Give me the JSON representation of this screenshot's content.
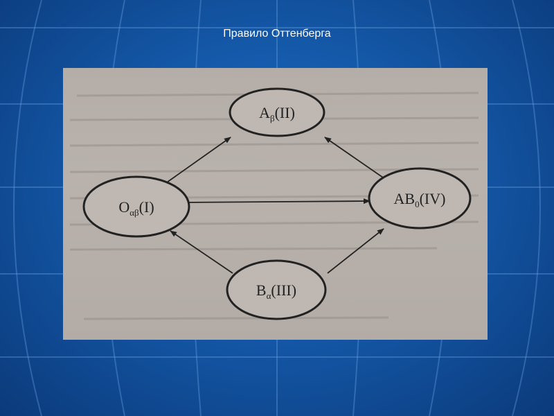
{
  "slide": {
    "title": "Правило Оттенберга"
  },
  "diagram": {
    "nodes": [
      {
        "id": "A",
        "main": "A",
        "sub": "β",
        "suffix": "(II)"
      },
      {
        "id": "O",
        "main": "O",
        "sub": "αβ",
        "suffix": "(I)"
      },
      {
        "id": "AB",
        "main": "AB",
        "sub": "0",
        "suffix": "(IV)"
      },
      {
        "id": "B",
        "main": "B",
        "sub": "α",
        "suffix": "(III)"
      }
    ],
    "edges": [
      {
        "from": "O",
        "to": "A"
      },
      {
        "from": "O",
        "to": "AB"
      },
      {
        "from": "AB",
        "to": "A"
      },
      {
        "from": "B",
        "to": "O"
      },
      {
        "from": "B",
        "to": "AB"
      }
    ]
  },
  "colors": {
    "background": "#1458a8",
    "paper": "#b7b0aa",
    "ink": "#222222"
  }
}
